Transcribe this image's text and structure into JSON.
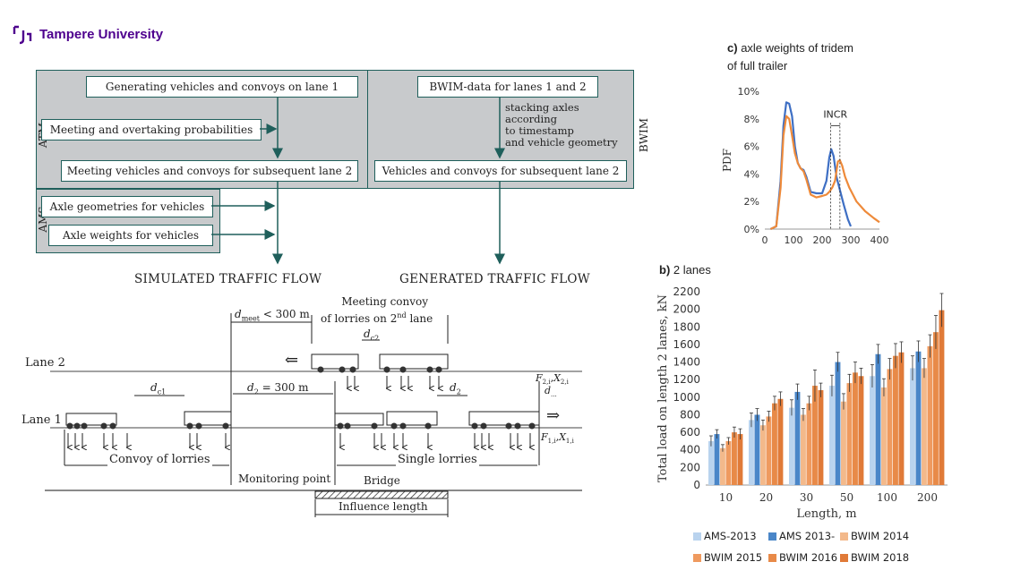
{
  "logo": {
    "text": "Tampere University"
  },
  "flowchart": {
    "atm_label": "ATM",
    "ams_label": "AMS",
    "bwim_label": "BWIM",
    "box_generating": "Generating vehicles and convoys on lane 1",
    "box_meeting_prob": "Meeting and overtaking probabilities",
    "box_meeting_vehicles": "Meeting vehicles and convoys for subsequent lane 2",
    "box_axle_geom": "Axle geometries for vehicles",
    "box_axle_weights": "Axle weights for vehicles",
    "box_bwim_data": "BWIM-data for lanes 1 and 2",
    "stacking_text": [
      "stacking axles",
      "according",
      "to timestamp",
      "and vehicle geometry"
    ],
    "box_vehicles_convoys": "Vehicles and convoys for subsequent lane 2",
    "simulated": "SIMULATED TRAFFIC FLOW",
    "generated": "GENERATED TRAFFIC FLOW"
  },
  "traffic": {
    "lane2": "Lane 2",
    "lane1": "Lane 1",
    "dmeet_d": "d",
    "dmeet_sub": "meet",
    "dmeet_rest": " < 300 m",
    "meeting_convoy_1": "Meeting convoy",
    "meeting_convoy_2a": "of lorries on 2",
    "meeting_convoy_sup": "nd",
    "meeting_convoy_2b": " lane",
    "dc2_d": "d",
    "dc2_sub": "c2",
    "dc1_d": "d",
    "dc1_sub": "c1",
    "d2_d": "d",
    "d2_sub": "2",
    "d2_rest": " = 300 m",
    "d2b_d": "d",
    "d2b_sub": "2",
    "f2": "F",
    "f2_sub": "2,i",
    "x2": "X",
    "x2_sub": "2,i",
    "dots_d": "d",
    "dots_sub": "...",
    "f1": "F",
    "f1_sub": "1,i",
    "x1": "X",
    "x1_sub": "1,i",
    "convoy": "Convoy of lorries",
    "single": "Single lorries",
    "monitoring": "Monitoring point",
    "bridge": "Bridge",
    "influence": "Influence length",
    "arrow_left": "⇐",
    "arrow_right": "⇒"
  },
  "chart_data": [
    {
      "panel_label": "c)",
      "title_1": "axle weights of tridem",
      "title_2": "of full trailer",
      "type": "line",
      "ylabel": "PDF",
      "xlim": [
        0,
        400
      ],
      "ylim": [
        0,
        10
      ],
      "xticks": [
        "0",
        "100",
        "200",
        "300",
        "400"
      ],
      "yticks": [
        "0%",
        "2%",
        "4%",
        "6%",
        "8%",
        "10%"
      ],
      "annotation": "INCR",
      "series": [
        {
          "color": "#3e6fc4",
          "x": [
            20,
            40,
            55,
            65,
            75,
            85,
            95,
            105,
            115,
            125,
            135,
            145,
            160,
            180,
            200,
            215,
            225,
            232,
            240,
            250,
            260,
            275,
            290,
            300
          ],
          "y": [
            0,
            0.2,
            3.5,
            7.5,
            9.2,
            9.1,
            8.2,
            6.0,
            4.8,
            4.4,
            4.3,
            3.8,
            2.7,
            2.6,
            2.6,
            3.5,
            5.2,
            5.8,
            5.3,
            3.8,
            3.0,
            1.8,
            0.7,
            0.2
          ]
        },
        {
          "color": "#ee8a3a",
          "x": [
            20,
            40,
            55,
            65,
            75,
            85,
            95,
            105,
            115,
            125,
            135,
            145,
            160,
            180,
            200,
            215,
            225,
            235,
            245,
            255,
            262,
            270,
            280,
            295,
            320,
            350,
            380,
            400
          ],
          "y": [
            0,
            0.2,
            3.0,
            6.8,
            8.2,
            8.0,
            6.8,
            5.5,
            4.8,
            4.4,
            4.2,
            3.6,
            2.5,
            2.3,
            2.4,
            2.5,
            2.7,
            3.0,
            3.5,
            4.9,
            5.0,
            4.6,
            3.8,
            3.0,
            2.0,
            1.3,
            0.8,
            0.5
          ]
        }
      ]
    },
    {
      "panel_label": "b)",
      "title": "2 lanes",
      "type": "bar",
      "ylabel": "Total load on length 2 lanes, kN",
      "xlabel": "Length, m",
      "ylim": [
        0,
        2200
      ],
      "yticks": [
        "0",
        "200",
        "400",
        "600",
        "800",
        "1000",
        "1200",
        "1400",
        "1600",
        "1800",
        "2000",
        "2200"
      ],
      "categories": [
        "10",
        "20",
        "30",
        "50",
        "100",
        "200"
      ],
      "series": [
        {
          "name": "AMS-2013",
          "color": "#b9d3ee",
          "values": [
            500,
            740,
            880,
            1130,
            1240,
            1330
          ],
          "err": [
            60,
            80,
            90,
            120,
            130,
            140
          ]
        },
        {
          "name": "AMS 2013-",
          "color": "#4a86c8",
          "values": [
            580,
            800,
            1060,
            1400,
            1490,
            1520
          ],
          "err": [
            50,
            70,
            90,
            110,
            110,
            120
          ]
        },
        {
          "name": "BWIM 2014",
          "color": "#f3b98b",
          "values": [
            420,
            680,
            800,
            950,
            1110,
            1330
          ],
          "err": [
            40,
            60,
            70,
            90,
            100,
            110
          ]
        },
        {
          "name": "BWIM 2015",
          "color": "#ef9a5f",
          "values": [
            500,
            780,
            930,
            1160,
            1320,
            1580
          ],
          "err": [
            40,
            60,
            80,
            100,
            120,
            130
          ]
        },
        {
          "name": "BWIM 2016",
          "color": "#e88a48",
          "values": [
            600,
            930,
            1130,
            1280,
            1470,
            1740
          ],
          "err": [
            60,
            80,
            180,
            120,
            140,
            190
          ]
        },
        {
          "name": "BWIM 2018",
          "color": "#e07a38",
          "values": [
            580,
            980,
            1080,
            1240,
            1510,
            1990
          ],
          "err": [
            60,
            80,
            80,
            90,
            120,
            190
          ]
        }
      ]
    }
  ]
}
